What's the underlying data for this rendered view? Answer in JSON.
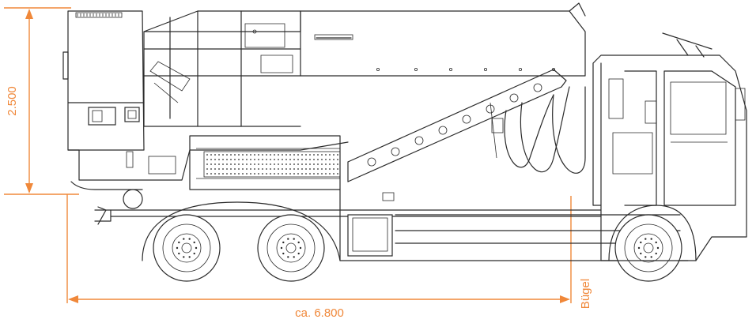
{
  "dimensions": {
    "height_label": "2.500",
    "length_label": "ca. 6.800",
    "reference_label": "Bügel"
  },
  "colors": {
    "dimension": "#f0883a",
    "drawing": "#2a2a2a",
    "background": "#ffffff"
  }
}
